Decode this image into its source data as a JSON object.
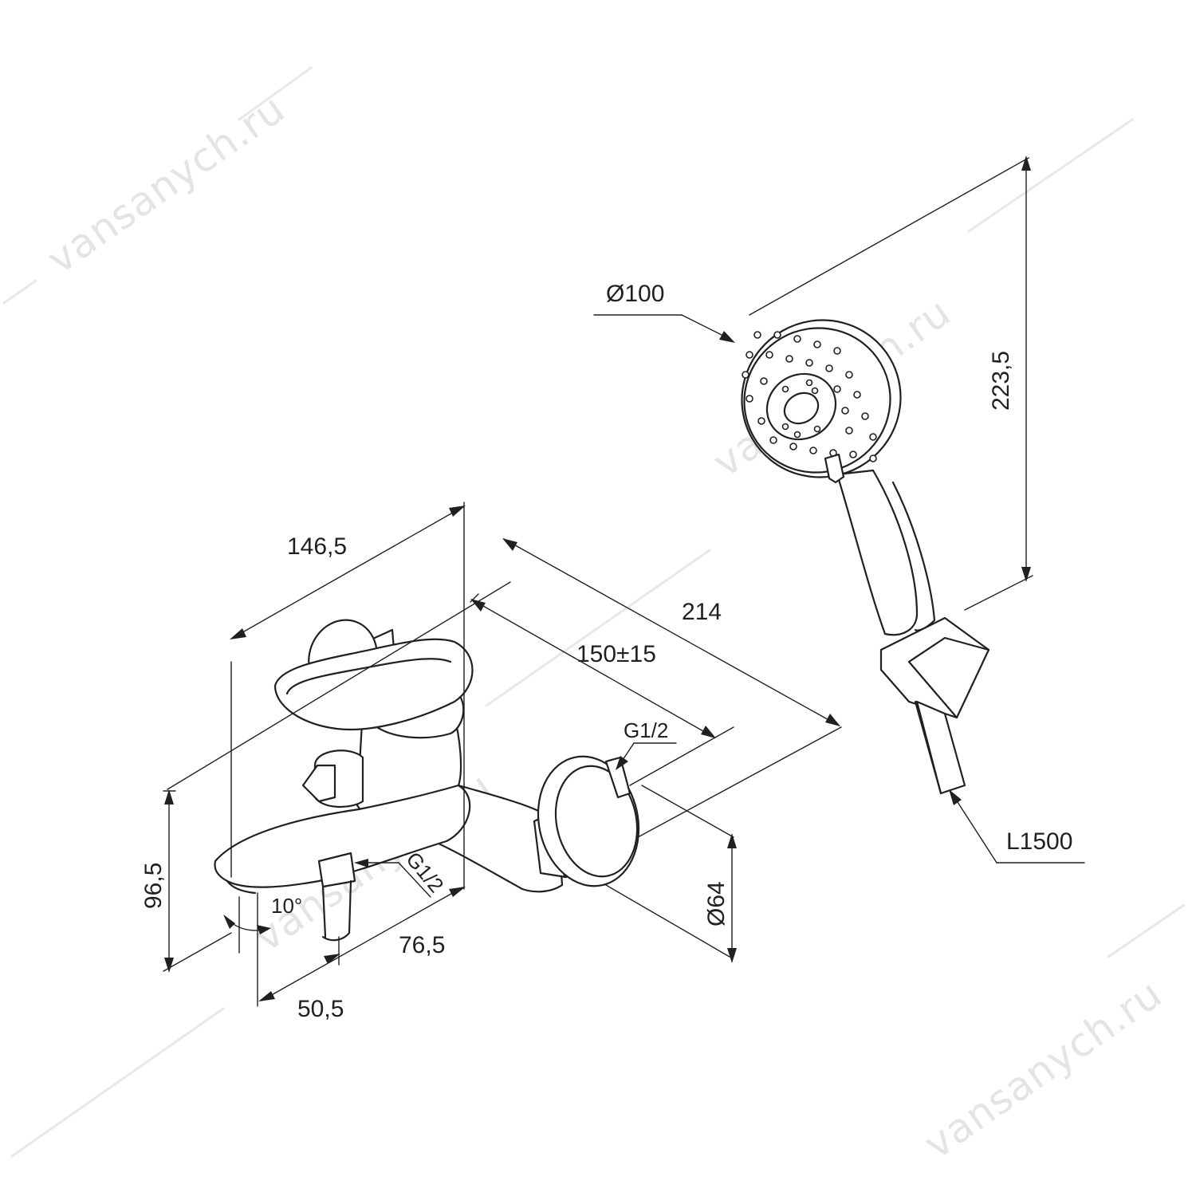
{
  "watermark": {
    "text": "vansanych.ru",
    "color": "#e4e4e4"
  },
  "dimensions": {
    "shower_head_diameter": "Ø100",
    "shower_height": "223,5",
    "hose_length": "L1500",
    "mixer_depth": "146,5",
    "overall_width": "214",
    "connection_spacing": "150±15",
    "inlet_thread": "G1/2",
    "outlet_thread": "G1/2",
    "mixer_height": "96,5",
    "spout_angle": "10°",
    "flange_diameter": "Ø64",
    "spout_reach": "76,5",
    "spout_offset": "50,5"
  },
  "colors": {
    "line": "#1f2020",
    "background": "#ffffff"
  }
}
